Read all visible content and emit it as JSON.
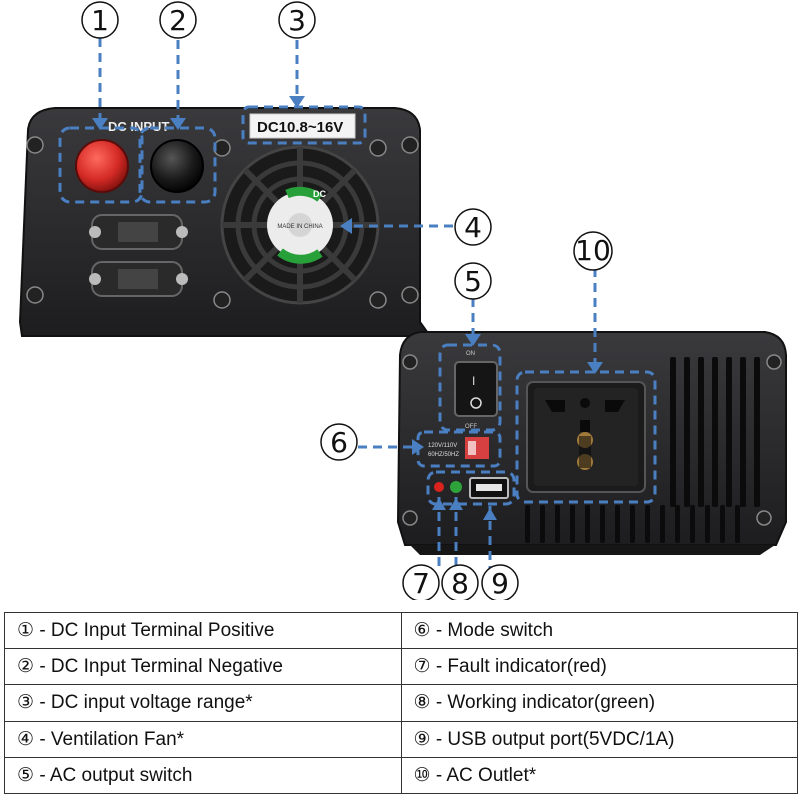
{
  "front_panel": {
    "terminal_label": "DC INPUT",
    "voltage_label": "DC10.8~16V",
    "fan_hub_text_1": "MADE IN CHINA",
    "fan_hub_text_2": "DC"
  },
  "rear_panel": {
    "switch_on": "ON",
    "switch_off": "OFF",
    "mode_switch_text_1": "120V/110V",
    "mode_switch_text_2": "60HZ/50HZ"
  },
  "callouts": [
    "1",
    "2",
    "3",
    "4",
    "5",
    "6",
    "7",
    "8",
    "9",
    "10"
  ],
  "colors": {
    "dash": "#4a7fc1",
    "panel": "#2a2a2c",
    "positive": "#d42a25",
    "led_red": "#d9231c",
    "led_green": "#2ea33a"
  },
  "legend": {
    "rows": [
      [
        {
          "num": "①",
          "text": " - DC Input Terminal Positive"
        },
        {
          "num": "⑥",
          "text": " - Mode switch"
        }
      ],
      [
        {
          "num": "②",
          "text": " - DC Input Terminal Negative"
        },
        {
          "num": "⑦",
          "text": " - Fault indicator(red)"
        }
      ],
      [
        {
          "num": "③",
          "text": " - DC input voltage range*"
        },
        {
          "num": "⑧",
          "text": " - Working indicator(green)"
        }
      ],
      [
        {
          "num": "④",
          "text": " - Ventilation Fan*"
        },
        {
          "num": "⑨",
          "text": " - USB output port(5VDC/1A)"
        }
      ],
      [
        {
          "num": "⑤",
          "text": " - AC output switch"
        },
        {
          "num": "⑩",
          "text": " - AC Outlet*"
        }
      ]
    ]
  }
}
